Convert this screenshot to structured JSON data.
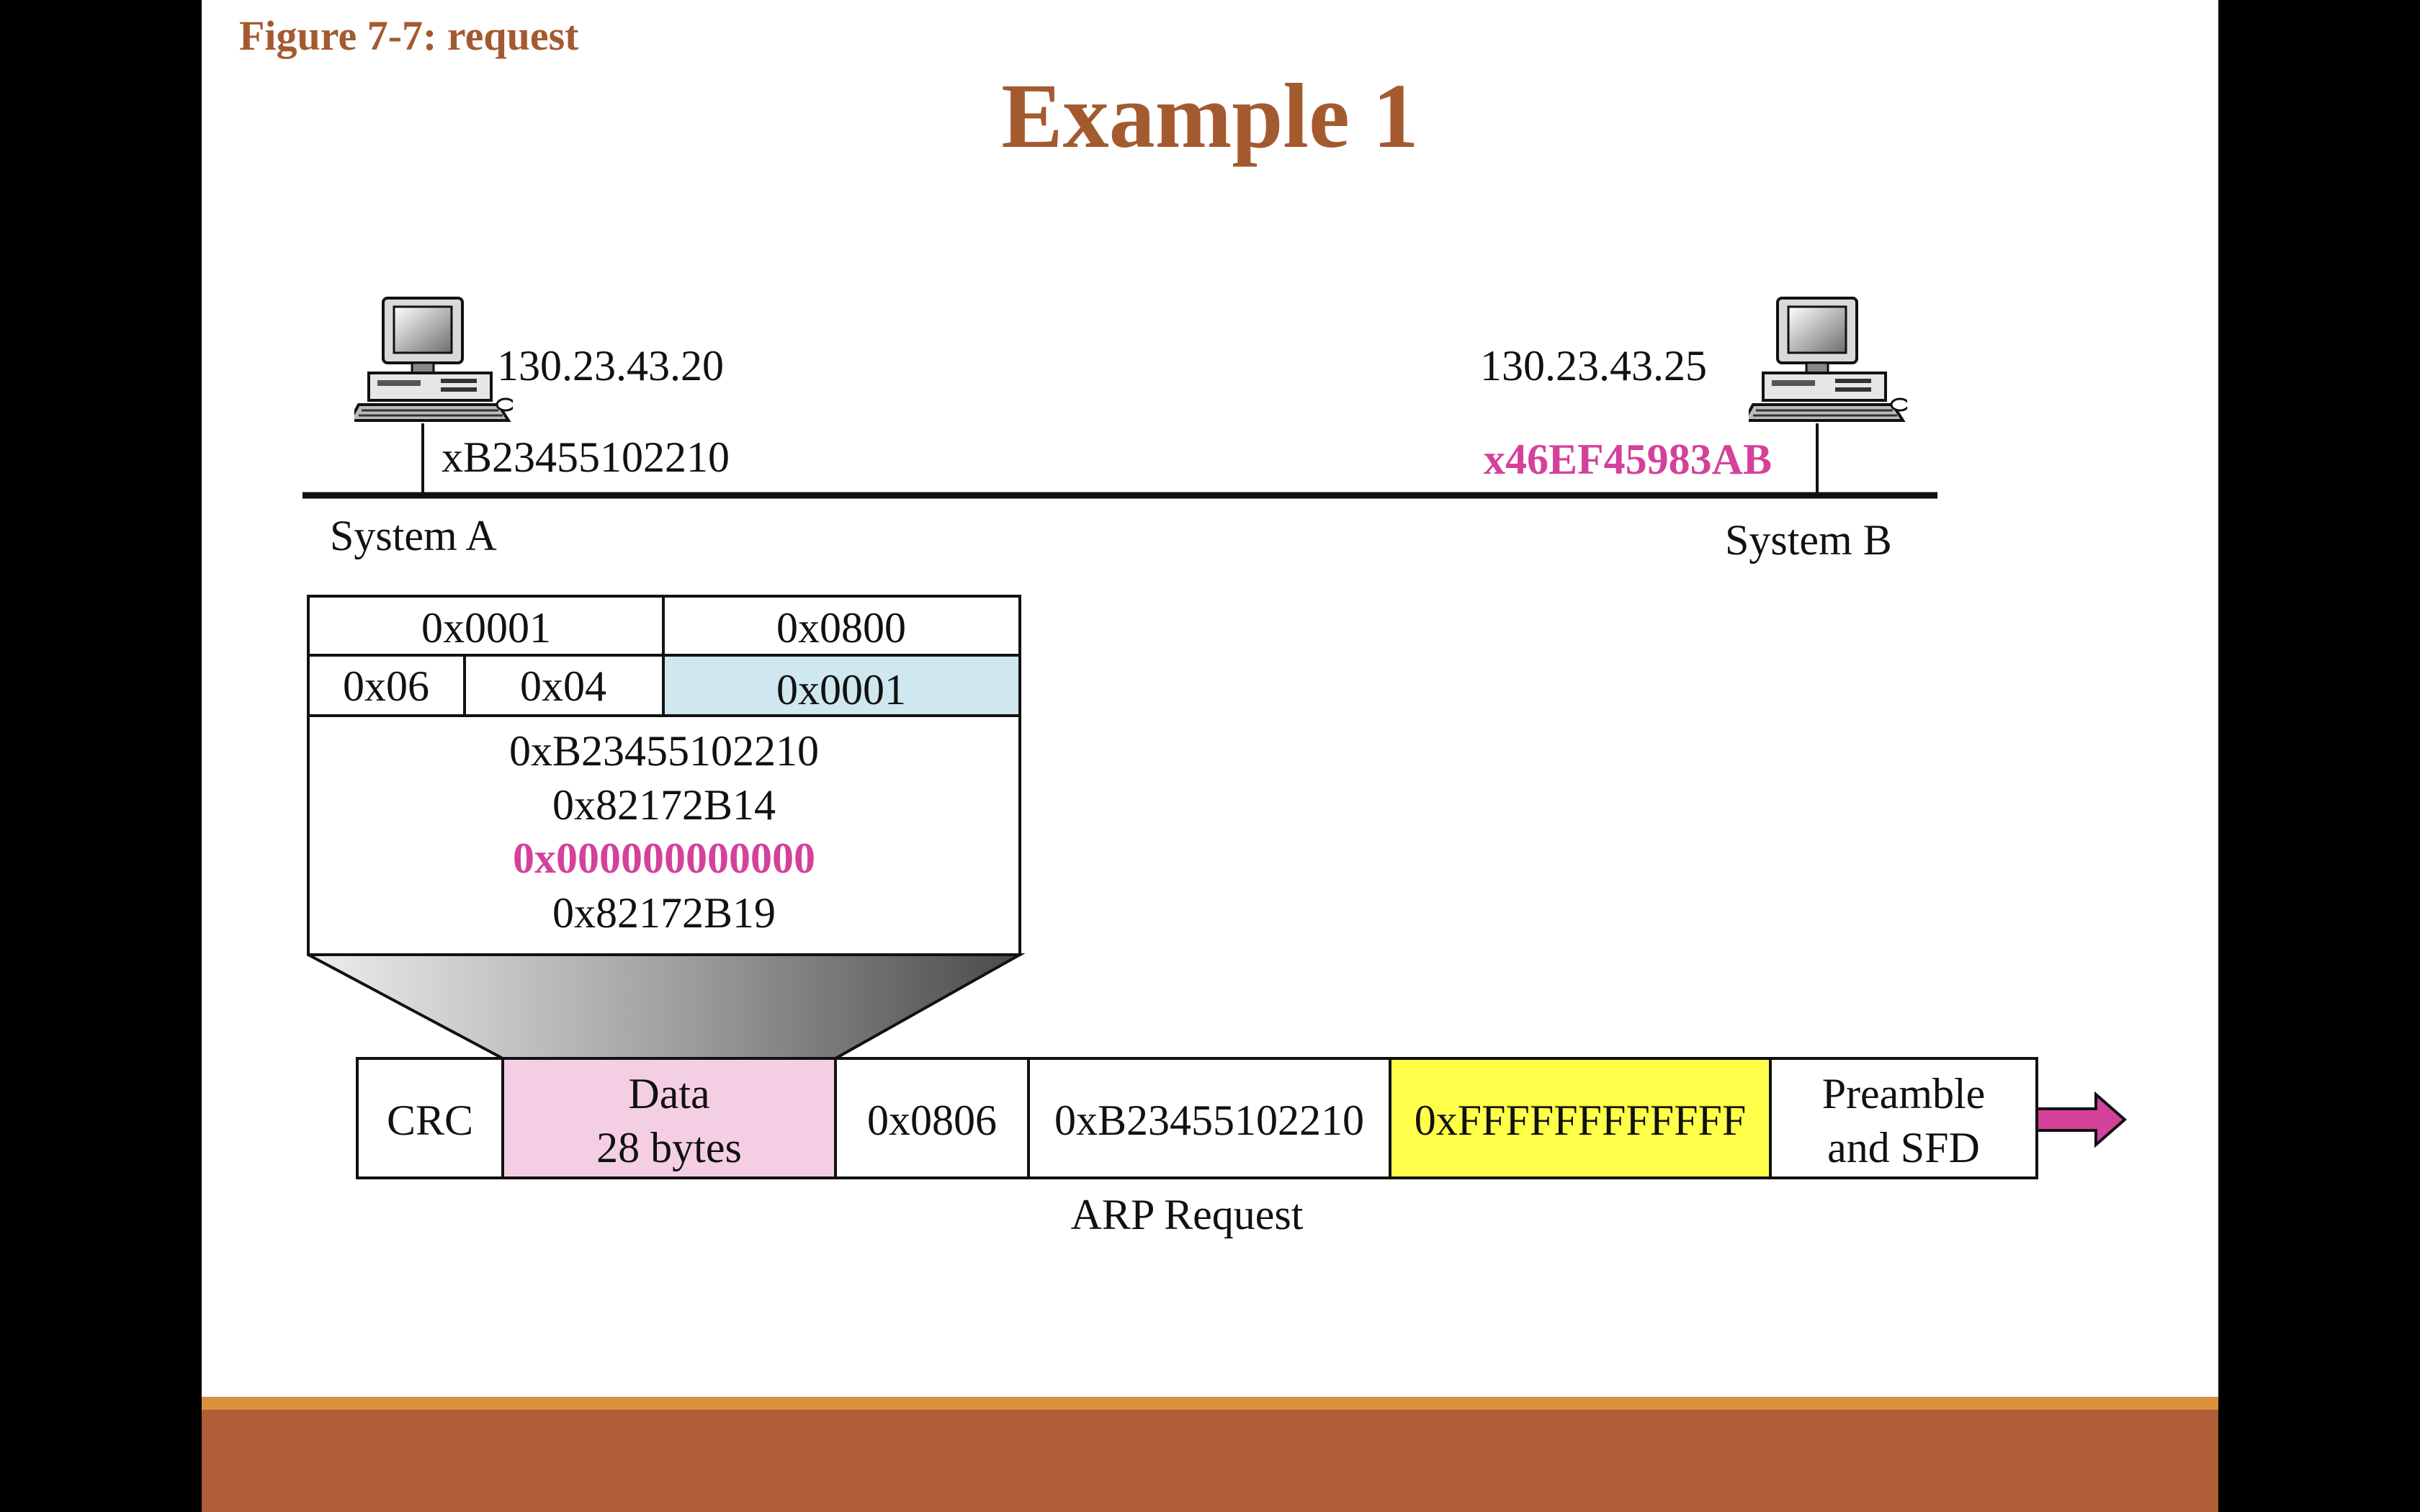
{
  "slide": {
    "figure_label": "Figure 7-7: request",
    "title": "Example 1"
  },
  "system_a": {
    "ip": "130.23.43.20",
    "mac": "xB23455102210",
    "label": "System A"
  },
  "system_b": {
    "ip": "130.23.43.25",
    "mac": "x46EF45983AB",
    "label": "System B"
  },
  "arp_packet": {
    "hardware_type": "0x0001",
    "protocol_type": "0x0800",
    "hardware_length": "0x06",
    "protocol_length": "0x04",
    "operation": "0x0001",
    "sender_hardware_address": "0xB23455102210",
    "sender_protocol_address": "0x82172B14",
    "target_hardware_address": "0x000000000000",
    "target_protocol_address": "0x82172B19"
  },
  "frame": {
    "crc": "CRC",
    "data_line1": "Data",
    "data_line2": "28 bytes",
    "type": "0x0806",
    "source_address": "0xB23455102210",
    "destination_address": "0xFFFFFFFFFFFF",
    "preamble_line1": "Preamble",
    "preamble_line2": "and SFD",
    "caption": "ARP Request"
  },
  "colors": {
    "title": "#a45a2f",
    "highlight_magenta": "#d4419a",
    "operation_cell": "#cfe8ef",
    "data_cell": "#f4cfe4",
    "destination_cell": "#ffff4a",
    "arrow": "#d4419a",
    "footer_line": "#d8923c",
    "footer_band": "#b05e38"
  },
  "icons": {
    "host": "desktop-computer-icon",
    "direction": "right-arrow-icon"
  }
}
